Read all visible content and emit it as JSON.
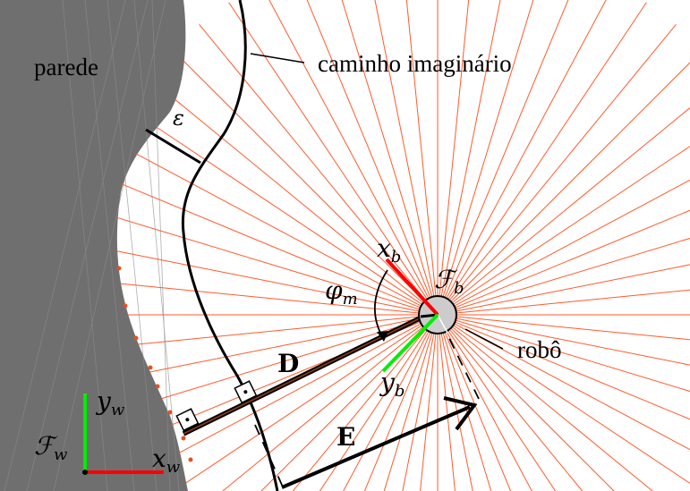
{
  "labels": {
    "wall": "parede",
    "imaginary_path": "caminho imaginário",
    "epsilon": "ε",
    "x_b_base": "x",
    "x_b_sub": "b",
    "y_b_base": "y",
    "y_b_sub": "b",
    "F_b_base": "ℱ",
    "F_b_sub": "b",
    "phi_base": "φ",
    "phi_sub": "m",
    "robot": "robô",
    "D": "D",
    "E": "E",
    "y_w_base": "y",
    "y_w_sub": "w",
    "x_w_base": "x",
    "x_w_sub": "w",
    "F_w_base": "ℱ",
    "F_w_sub": "w"
  },
  "colors": {
    "wall": "#6f6f6f",
    "wall_hatch": "#8a8a8a",
    "rays": "#ff5a2a",
    "ray_hit": "#e8501f",
    "x_axis": "#ff0000",
    "y_axis": "#00ee00",
    "robot_body": "#cccccc",
    "ink": "#000000"
  },
  "icons": {
    "robot": "robot-circle-icon",
    "right_angle": "right-angle-marker-icon"
  }
}
